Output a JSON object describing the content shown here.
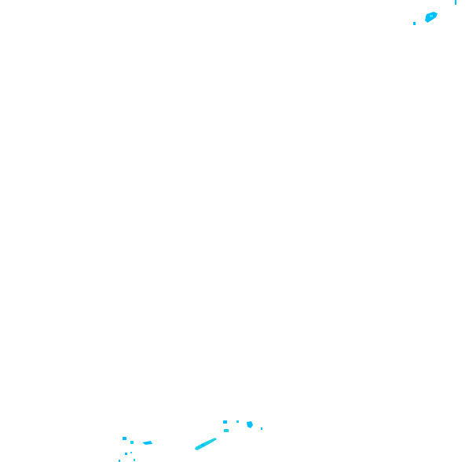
{
  "map": {
    "background_color": "#ffffff",
    "feature_colors": {
      "primary": "#00bfff",
      "secondary": "#1ad1e6",
      "highlight": "#33e0ff"
    },
    "features": [
      {
        "name": "speck-top-right-edge",
        "kind": "speck"
      },
      {
        "name": "cluster-top-right-large",
        "kind": "blob"
      },
      {
        "name": "cluster-top-right-small",
        "kind": "speck"
      },
      {
        "name": "streak-bottom-middle",
        "kind": "streak"
      },
      {
        "name": "cluster-bottom-right-upper",
        "kind": "blob"
      },
      {
        "name": "cluster-bottom-right-lower",
        "kind": "blob"
      },
      {
        "name": "cluster-bottom-left-a",
        "kind": "blob"
      },
      {
        "name": "cluster-bottom-left-b",
        "kind": "speck"
      },
      {
        "name": "cluster-bottom-left-c",
        "kind": "speck"
      }
    ]
  }
}
